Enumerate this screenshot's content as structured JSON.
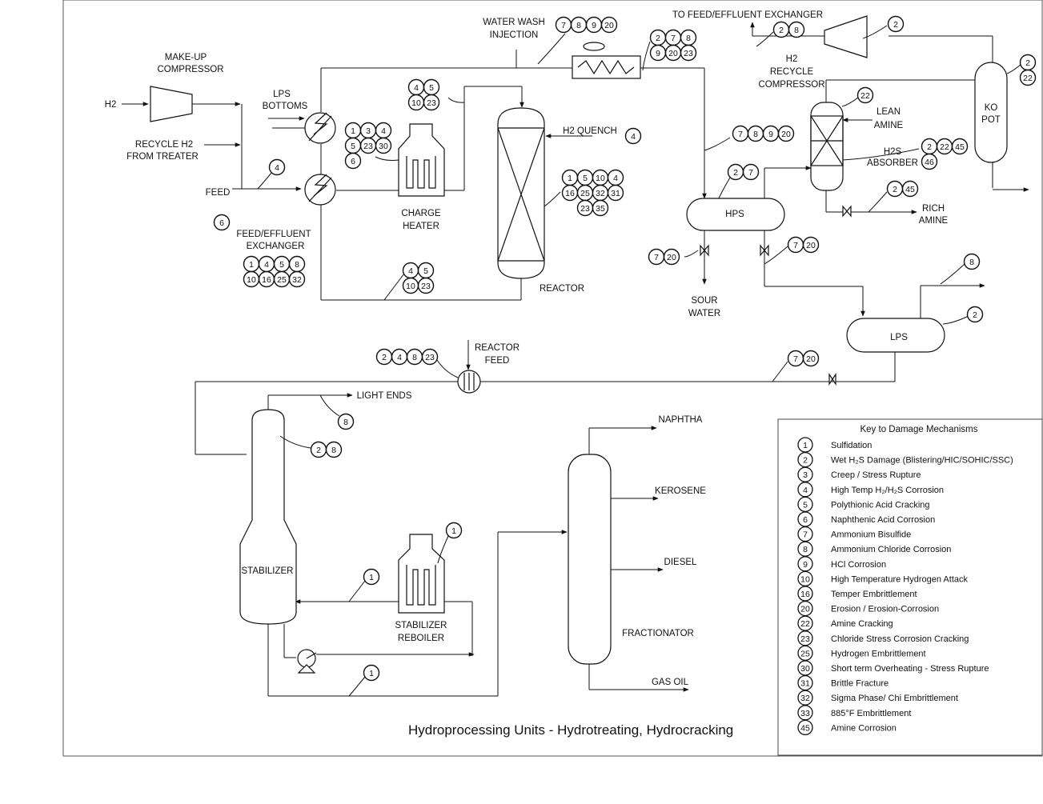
{
  "title": "Hydroprocessing Units - Hydrotreating, Hydrocracking",
  "labels": {
    "makeup_compressor": [
      "MAKE-UP",
      "COMPRESSOR"
    ],
    "h2": "H2",
    "recycle_h2": [
      "RECYCLE H2",
      "FROM TREATER"
    ],
    "lps_bottoms": [
      "LPS",
      "BOTTOMS"
    ],
    "feed": "FEED",
    "feed_effluent_exchanger": [
      "FEED/EFFLUENT",
      "EXCHANGER"
    ],
    "charge_heater": [
      "CHARGE",
      "HEATER"
    ],
    "water_wash": [
      "WATER WASH",
      "INJECTION"
    ],
    "to_feed_effluent": "TO FEED/EFFLUENT EXCHANGER",
    "h2_recycle_compressor": [
      "H2",
      "RECYCLE",
      "COMPRESSOR"
    ],
    "ko_pot": [
      "KO",
      "POT"
    ],
    "lean_amine": [
      "LEAN",
      "AMINE"
    ],
    "h2s_absorber": [
      "H2S",
      "ABSORBER"
    ],
    "h2_quench": "H2 QUENCH",
    "reactor": "REACTOR",
    "hps": "HPS",
    "rich_amine": [
      "RICH",
      "AMINE"
    ],
    "sour_water": [
      "SOUR",
      "WATER"
    ],
    "lps": "LPS",
    "reactor_feed": [
      "REACTOR",
      "FEED"
    ],
    "light_ends": "LIGHT ENDS",
    "stabilizer": "STABILIZER",
    "stabilizer_reboiler": [
      "STABILIZER",
      "REBOILER"
    ],
    "naphtha": "NAPHTHA",
    "kerosene": "KEROSENE",
    "diesel": "DIESEL",
    "gas_oil": "GAS OIL",
    "fractionator": "FRACTIONATOR"
  },
  "damage_tags": [
    {
      "id": "water-wash",
      "numbers": [
        "7",
        "8",
        "9",
        "20"
      ]
    },
    {
      "id": "heater-outlet-line",
      "numbers": [
        "2",
        "7",
        "8",
        "9",
        "20",
        "23"
      ]
    },
    {
      "id": "recycle-compressor-overhead",
      "numbers": [
        "2",
        "8"
      ]
    },
    {
      "id": "recycle-compressor",
      "numbers": [
        "2"
      ]
    },
    {
      "id": "ko-pot",
      "numbers": [
        "2",
        "22"
      ]
    },
    {
      "id": "h2s-absorber",
      "numbers": [
        "22"
      ]
    },
    {
      "id": "reactor-inlet-line",
      "numbers": [
        "4",
        "5",
        "10",
        "23"
      ]
    },
    {
      "id": "lps-bottoms-exchanger",
      "numbers": [
        "1",
        "3",
        "4",
        "5",
        "23",
        "30",
        "6"
      ]
    },
    {
      "id": "h2-quench",
      "numbers": [
        "4"
      ]
    },
    {
      "id": "hps-inlet-line",
      "numbers": [
        "7",
        "8",
        "9",
        "20"
      ]
    },
    {
      "id": "absorber-overhead",
      "numbers": [
        "2",
        "22",
        "45",
        "46"
      ]
    },
    {
      "id": "feed-line",
      "numbers": [
        "4"
      ]
    },
    {
      "id": "feed",
      "numbers": [
        "6"
      ]
    },
    {
      "id": "reactor",
      "numbers": [
        "1",
        "5",
        "10",
        "4",
        "16",
        "25",
        "32",
        "31",
        "23",
        "35"
      ]
    },
    {
      "id": "hps",
      "numbers": [
        "2",
        "7"
      ]
    },
    {
      "id": "rich-amine",
      "numbers": [
        "2",
        "45"
      ]
    },
    {
      "id": "feed-effluent-exchanger",
      "numbers": [
        "1",
        "4",
        "5",
        "8",
        "10",
        "16",
        "25",
        "32"
      ]
    },
    {
      "id": "sour-water",
      "numbers": [
        "7",
        "20"
      ]
    },
    {
      "id": "hps-liquid-outlet",
      "numbers": [
        "7",
        "20"
      ]
    },
    {
      "id": "reactor-effluent-line",
      "numbers": [
        "4",
        "5",
        "10",
        "23"
      ]
    },
    {
      "id": "lps-overhead",
      "numbers": [
        "8"
      ]
    },
    {
      "id": "lps",
      "numbers": [
        "2"
      ]
    },
    {
      "id": "reactor-feed-exchanger",
      "numbers": [
        "2",
        "4",
        "8",
        "23"
      ]
    },
    {
      "id": "lps-liquid-outlet",
      "numbers": [
        "7",
        "20"
      ]
    },
    {
      "id": "light-ends",
      "numbers": [
        "8"
      ]
    },
    {
      "id": "stabilizer-top",
      "numbers": [
        "2",
        "8"
      ]
    },
    {
      "id": "stabilizer-reboiler",
      "numbers": [
        "1"
      ]
    },
    {
      "id": "reboiler-return",
      "numbers": [
        "1"
      ]
    },
    {
      "id": "stabilizer-bottoms",
      "numbers": [
        "1"
      ]
    }
  ],
  "legend": {
    "title": "Key to Damage Mechanisms",
    "items": [
      {
        "n": "1",
        "text": "Sulfidation"
      },
      {
        "n": "2",
        "text": "Wet H₂S Damage (Blistering/HIC/SOHIC/SSC)"
      },
      {
        "n": "3",
        "text": "Creep / Stress Rupture"
      },
      {
        "n": "4",
        "text": "High Temp H₂/H₂S Corrosion"
      },
      {
        "n": "5",
        "text": "Polythionic Acid Cracking"
      },
      {
        "n": "6",
        "text": "Naphthenic Acid Corrosion"
      },
      {
        "n": "7",
        "text": "Ammonium Bisulfide"
      },
      {
        "n": "8",
        "text": "Ammonium Chloride Corrosion"
      },
      {
        "n": "9",
        "text": "HCl Corrosion"
      },
      {
        "n": "10",
        "text": "High Temperature Hydrogen Attack"
      },
      {
        "n": "16",
        "text": "Temper Embrittlement"
      },
      {
        "n": "20",
        "text": "Erosion / Erosion-Corrosion"
      },
      {
        "n": "22",
        "text": "Amine Cracking"
      },
      {
        "n": "23",
        "text": "Chloride Stress Corrosion Cracking"
      },
      {
        "n": "25",
        "text": "Hydrogen Embrittlement"
      },
      {
        "n": "30",
        "text": "Short term Overheating - Stress Rupture"
      },
      {
        "n": "31",
        "text": "Brittle Fracture"
      },
      {
        "n": "32",
        "text": "Sigma Phase/ Chi Embrittlement"
      },
      {
        "n": "33",
        "text": "885°F Embrittlement"
      },
      {
        "n": "45",
        "text": "Amine Corrosion"
      }
    ]
  },
  "colors": {
    "line": "#111111",
    "background": "#ffffff"
  }
}
